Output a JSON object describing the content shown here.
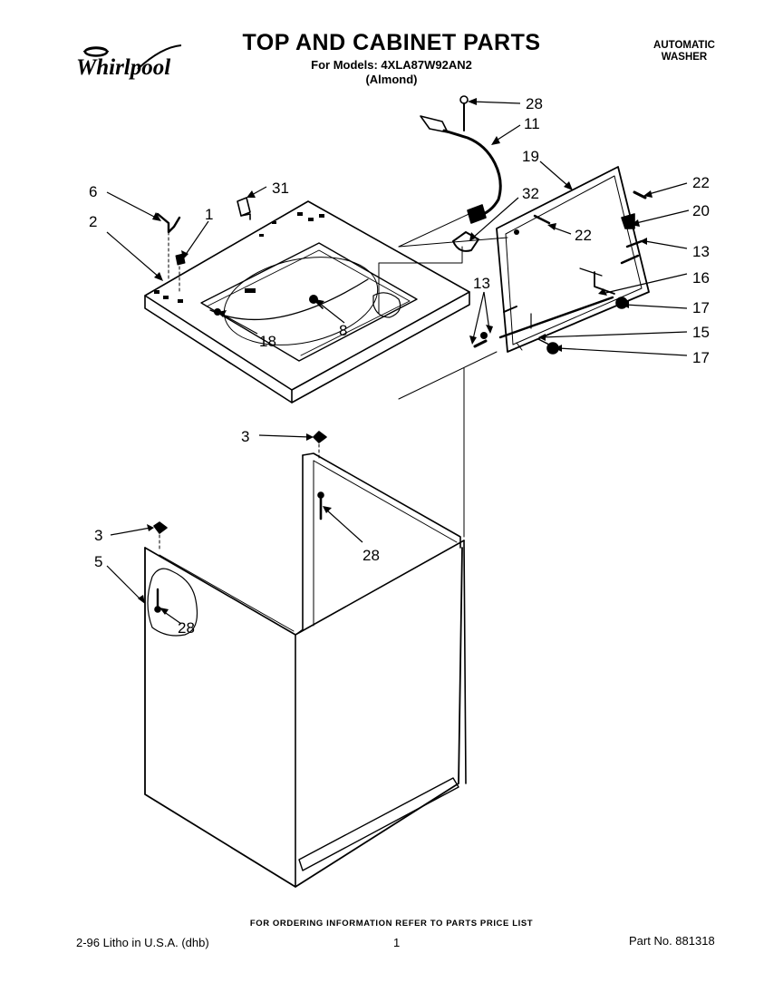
{
  "header": {
    "brand": "Whirlpool",
    "title": "TOP AND CABINET PARTS",
    "models_line": "For Models: 4XLA87W92AN2",
    "color_variant": "(Almond)",
    "product_type_line1": "AUTOMATIC",
    "product_type_line2": "WASHER"
  },
  "diagram": {
    "callouts": [
      "28",
      "11",
      "19",
      "22",
      "20",
      "6",
      "31",
      "1",
      "32",
      "2",
      "22",
      "13",
      "16",
      "13",
      "17",
      "15",
      "17",
      "18",
      "8",
      "3",
      "28",
      "3",
      "5",
      "28"
    ]
  },
  "footer": {
    "ordering_note": "FOR ORDERING INFORMATION REFER TO PARTS PRICE LIST",
    "print_info": "2-96 Litho in U.S.A. (dhb)",
    "page_number": "1",
    "part_number": "Part No. 881318"
  }
}
